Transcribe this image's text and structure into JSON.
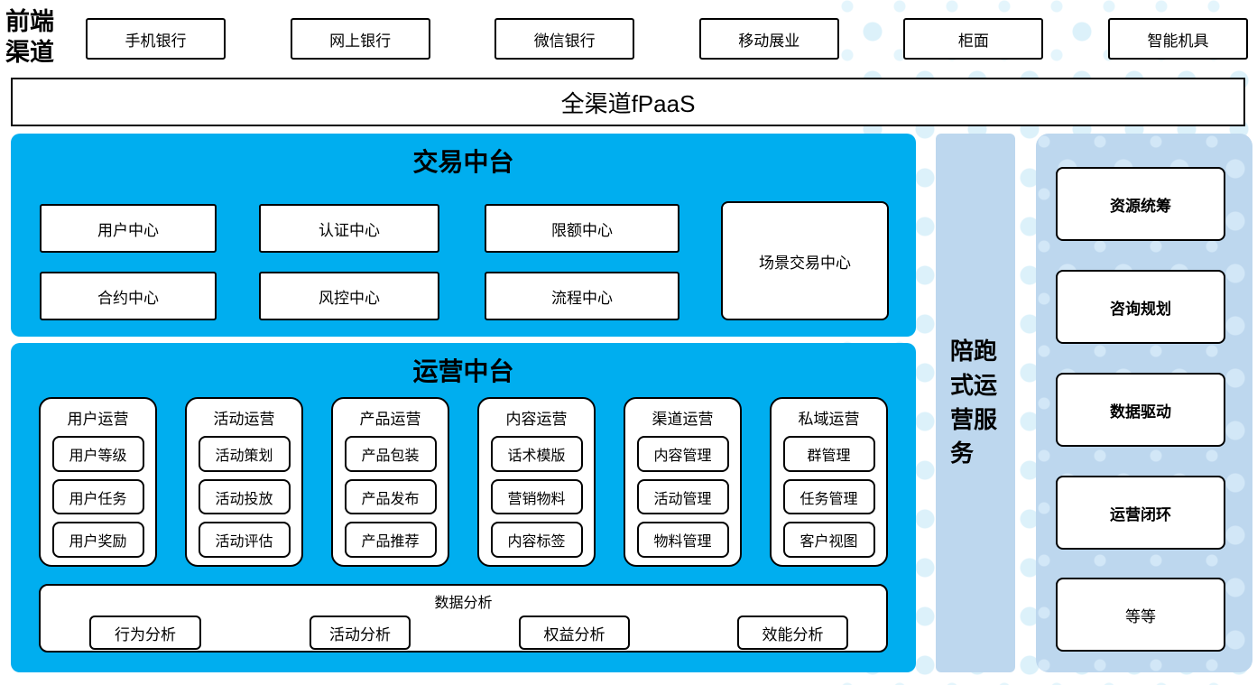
{
  "front_channels": {
    "label": "前端渠道",
    "items": [
      "手机银行",
      "网上银行",
      "微信银行",
      "移动展业",
      "柜面",
      "智能机具"
    ]
  },
  "omni_channel_bar": {
    "label": "全渠道fPaaS"
  },
  "transaction_platform": {
    "title": "交易中台",
    "centers": [
      "用户中心",
      "认证中心",
      "限额中心",
      "合约中心",
      "风控中心",
      "流程中心"
    ],
    "scenario_center": "场景交易中心"
  },
  "operation_platform": {
    "title": "运营中台",
    "columns": [
      {
        "title": "用户运营",
        "items": [
          "用户等级",
          "用户任务",
          "用户奖励"
        ]
      },
      {
        "title": "活动运营",
        "items": [
          "活动策划",
          "活动投放",
          "活动评估"
        ]
      },
      {
        "title": "产品运营",
        "items": [
          "产品包装",
          "产品发布",
          "产品推荐"
        ]
      },
      {
        "title": "内容运营",
        "items": [
          "话术模版",
          "营销物料",
          "内容标签"
        ]
      },
      {
        "title": "渠道运营",
        "items": [
          "内容管理",
          "活动管理",
          "物料管理"
        ]
      },
      {
        "title": "私域运营",
        "items": [
          "群管理",
          "任务管理",
          "客户视图"
        ]
      }
    ],
    "data_analysis": {
      "title": "数据分析",
      "items": [
        "行为分析",
        "活动分析",
        "权益分析",
        "效能分析"
      ]
    }
  },
  "companion_service_bar": {
    "label": "陪跑式运营服务"
  },
  "service_panel": {
    "items": [
      {
        "label": "资源统筹",
        "bold": true
      },
      {
        "label": "咨询规划",
        "bold": true
      },
      {
        "label": "数据驱动",
        "bold": true
      },
      {
        "label": "运营闭环",
        "bold": true
      },
      {
        "label": "等等",
        "bold": false
      }
    ]
  },
  "colors": {
    "platform_blue": "#00AEEF",
    "panel_blue": "#BDD7EE",
    "dot_blue": "#DCF1FA",
    "panel_dot_blue": "#D2E7F7",
    "border_black": "#000000"
  }
}
